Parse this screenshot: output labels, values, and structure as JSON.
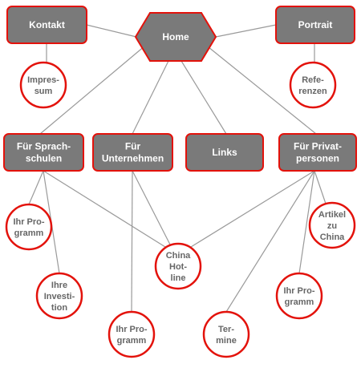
{
  "colors": {
    "box_fill": "#7a7a7a",
    "accent_border": "#e3120b",
    "edge": "#9a9a9a",
    "circle_text": "#666666"
  },
  "nodes": {
    "home": [
      "Home"
    ],
    "kontakt": [
      "Kontakt"
    ],
    "portrait": [
      "Portrait"
    ],
    "impressum": [
      "Impres-",
      "sum"
    ],
    "referenzen": [
      "Refe-",
      "renzen"
    ],
    "sprachschulen": [
      "Für Sprach-",
      "schulen"
    ],
    "unternehmen": [
      "Für",
      "Unternehmen"
    ],
    "links": [
      "Links"
    ],
    "privatpersonen": [
      "Für Privat-",
      "personen"
    ],
    "programm1": [
      "Ihr Pro-",
      "gramm"
    ],
    "investition": [
      "Ihre",
      "Investi-",
      "tion"
    ],
    "hotline": [
      "China",
      "Hot-",
      "line"
    ],
    "programm2": [
      "Ihr Pro-",
      "gramm"
    ],
    "termine": [
      "Ter-",
      "mine"
    ],
    "programm3": [
      "Ihr Pro-",
      "gramm"
    ],
    "artikel": [
      "Artikel",
      "zu",
      "China"
    ]
  }
}
